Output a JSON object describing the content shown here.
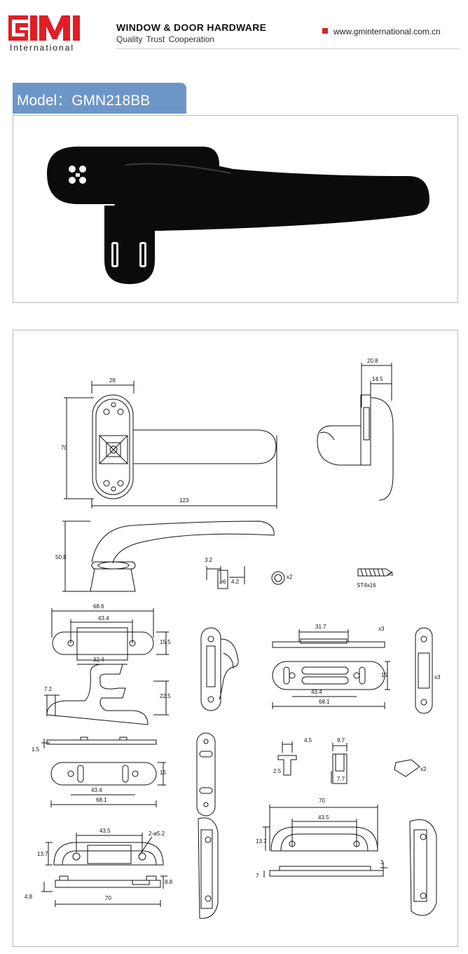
{
  "header": {
    "logo_text": "GMI",
    "logo_sub": "International",
    "title": "WINDOW & DOOR HARDWARE",
    "subtitle": "Quality  Trust  Cooperation",
    "website": "www.gminternational.com.cn"
  },
  "model": {
    "label": "Model：GMN218BB"
  },
  "drawing": {
    "dims": {
      "d28": "28",
      "d70a": "70",
      "d123": "123",
      "d208": "20.8",
      "d145": "14.5",
      "d508": "50.8",
      "d32": "3.2",
      "d6": "ø6",
      "d42": "4.2",
      "x2a": "x2",
      "x6": "x6",
      "st": "ST4x16",
      "d686": "68.6",
      "d434a": "43.4",
      "d155": "15.5",
      "d324": "32.4",
      "d317": "31.7",
      "x3a": "x3",
      "d15a": "15",
      "d434b": "43.4",
      "d681a": "68.1",
      "x3b": "x3",
      "d72": "7.2",
      "d225": "22.5",
      "d15b": "1.5",
      "d15c": "15",
      "d434c": "43.4",
      "d681b": "68.1",
      "d45": "4.5",
      "d97": "9.7",
      "d25": "2.5",
      "d77": "7.7",
      "x2b": "x2",
      "d70b": "70",
      "d435a": "43.5",
      "d137a": "13.7",
      "d435b": "43.5",
      "d252": "2-ø5.2",
      "d137b": "13.7",
      "d3": "3",
      "d7": "7",
      "d88": "8.8",
      "d48": "4.8",
      "d70c": "70"
    }
  }
}
